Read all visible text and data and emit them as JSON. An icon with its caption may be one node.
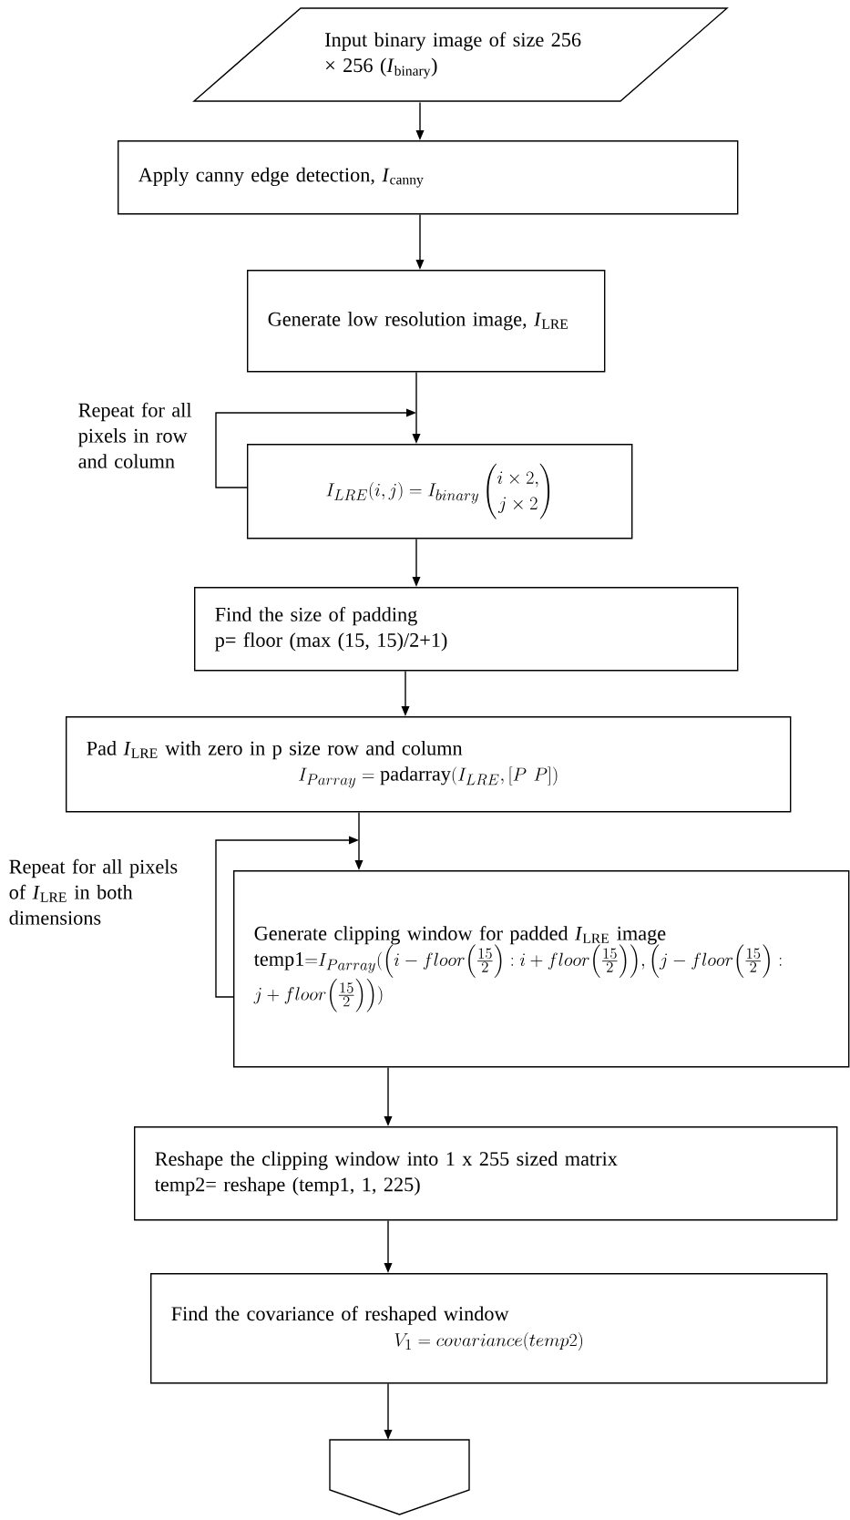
{
  "diagram": {
    "nodes": [
      {
        "text": [
          "Input binary image of size 256 × 256 (*I*$_{binary}$)"
        ]
      },
      {
        "text": [
          "Apply canny edge detection,  *I*$_{canny}$"
        ]
      },
      {
        "text": [
          "Generate low resolution image, *I*$_{LRE}$"
        ]
      },
      {
        "text": [
          "I_{LRE}(i,j) = I_{binary}\\begin{pmatrix} i\\times 2,\\\\ j\\times 2\\end{pmatrix}"
        ]
      },
      {
        "text": [
          "Find the size of padding",
          "p= floor (max (15, 15)/2+1)"
        ]
      },
      {
        "text": [
          "Pad *I*$_{LRE}$ with zero in p size row and column",
          "I_{Parray} = \\mathrm{padarray}(I_{LRE}, [P\\ P])"
        ]
      },
      {
        "text": [
          "Generate clipping window for padded *I*$_{LRE}$ image",
          "\\mathrm{temp1}{=}I_{Parray}(\\Bigl(i-floor\\Bigl(\\frac{15}{2}\\Bigr):i+floor\\Bigl(\\frac{15}{2}\\Bigr)\\Bigr),\\Bigl(j-floor\\Bigl(\\frac{15}{2}\\Bigr):j+floor\\Bigl(\\frac{15}{2}\\Bigr)\\Bigr))"
        ]
      },
      {
        "text": [
          "Reshape the clipping window into 1 x 255 sized matrix",
          "temp2= reshape (temp1, 1, 225)"
        ]
      },
      {
        "text": [
          "Find the covariance of reshaped window",
          "V_1 = covariance(temp2)"
        ]
      },
      {
        "text": [],
        "shape": "pentagon"
      }
    ],
    "edges": [
      {
        "from": 0,
        "to": 1,
        "arrow": "to"
      },
      {
        "from": 1,
        "to": 2,
        "arrow": "to"
      },
      {
        "from": 2,
        "to": 3,
        "arrow": "to"
      },
      {
        "from": 3,
        "to": 4,
        "arrow": "to"
      },
      {
        "from": 4,
        "to": 5,
        "arrow": "to"
      },
      {
        "from": 5,
        "to": 6,
        "arrow": "to"
      },
      {
        "from": 6,
        "to": 7,
        "arrow": "to"
      },
      {
        "from": 7,
        "to": 8,
        "arrow": "to"
      },
      {
        "from": 8,
        "to": 9,
        "arrow": "to"
      },
      {
        "from": 3,
        "to": 3,
        "arrow": "to"
      },
      {
        "from": 6,
        "to": 6,
        "arrow": "to"
      }
    ],
    "labels": [
      "Repeat for all pixels in row and column",
      "Repeat for all pixels of *I*$_{LRE}$ in both dimensions"
    ]
  }
}
